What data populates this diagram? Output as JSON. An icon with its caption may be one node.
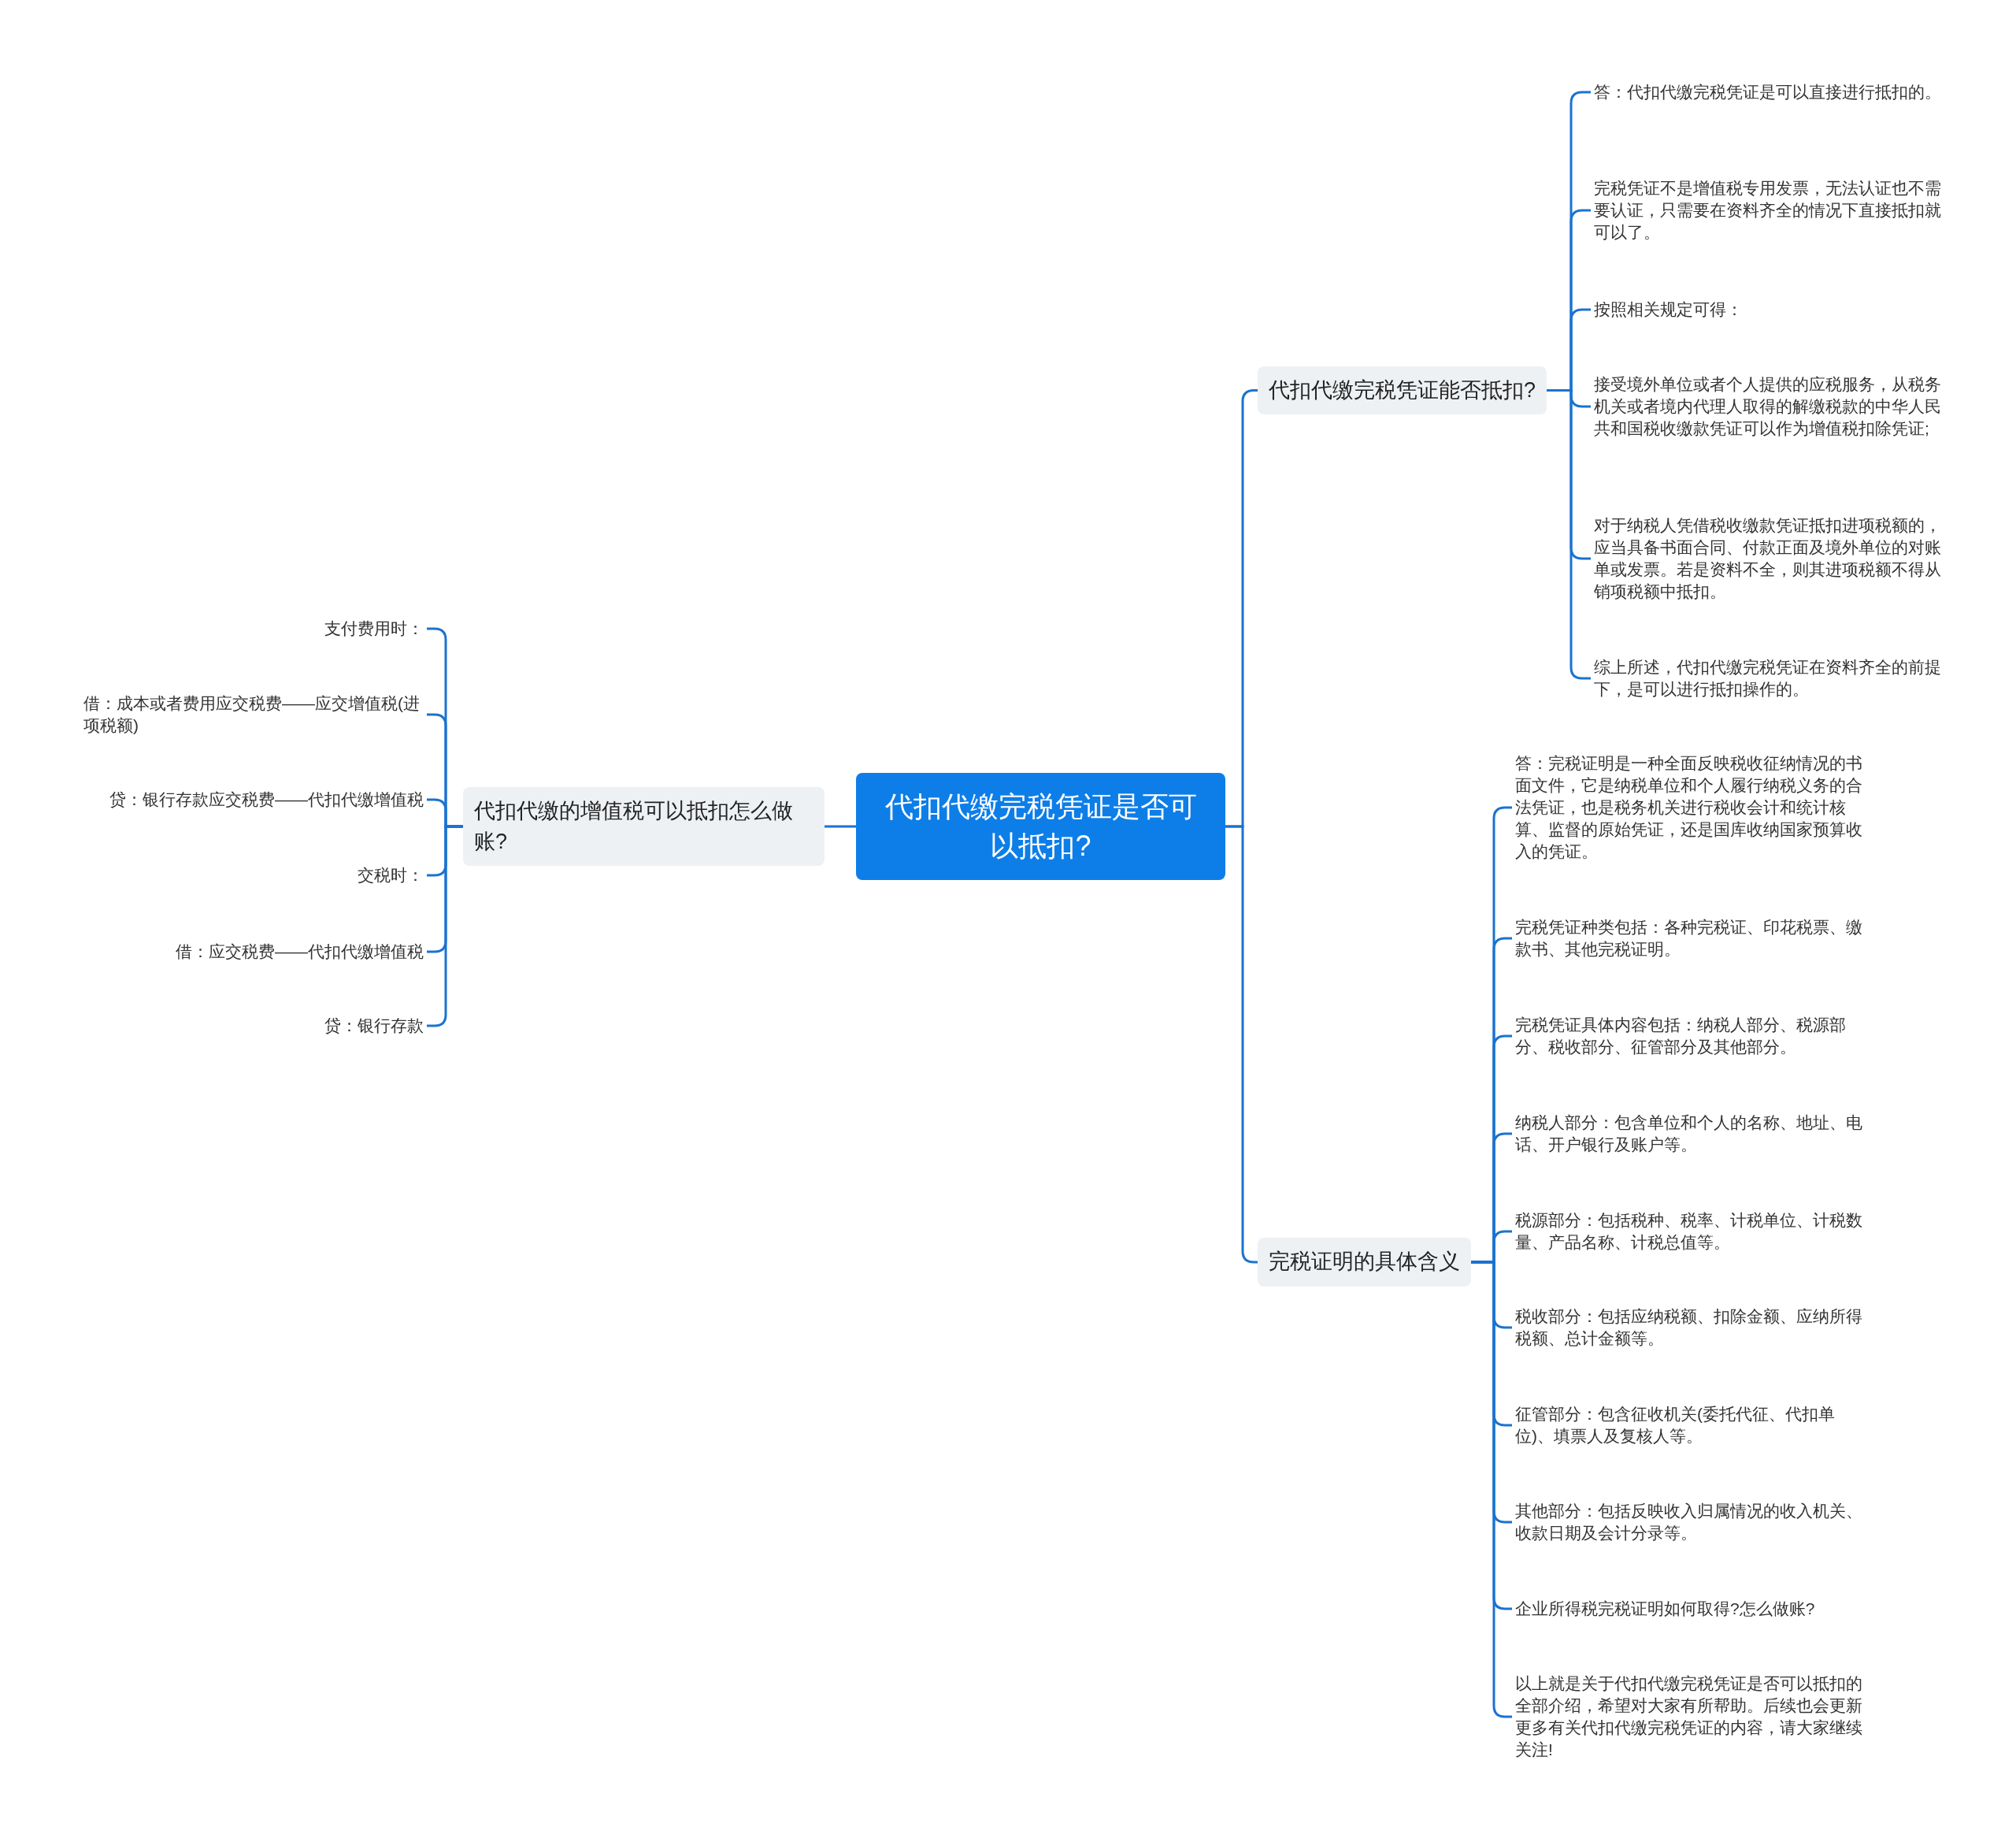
{
  "diagram": {
    "nodes": [
      {
        "text": [
          "代扣代缴完税凭证是否可以抵扣?"
        ]
      },
      {
        "text": [
          "代扣代缴完税凭证能否抵扣?"
        ]
      },
      {
        "text": [
          "答：代扣代缴完税凭证是可以直接进行抵扣的。"
        ]
      },
      {
        "text": [
          "完税凭证不是增值税专用发票，无法认证也不需要认证，只需要在资料齐全的情况下直接抵扣就可以了。"
        ]
      },
      {
        "text": [
          "按照相关规定可得："
        ]
      },
      {
        "text": [
          "接受境外单位或者个人提供的应税服务，从税务机关或者境内代理人取得的解缴税款的中华人民共和国税收缴款凭证可以作为增值税扣除凭证;"
        ]
      },
      {
        "text": [
          "对于纳税人凭借税收缴款凭证抵扣进项税额的，应当具备书面合同、付款正面及境外单位的对账单或发票。若是资料不全，则其进项税额不得从销项税额中抵扣。"
        ]
      },
      {
        "text": [
          "综上所述，代扣代缴完税凭证在资料齐全的前提下，是可以进行抵扣操作的。"
        ]
      },
      {
        "text": [
          "完税证明的具体含义"
        ]
      },
      {
        "text": [
          "答：完税证明是一种全面反映税收征纳情况的书面文件，它是纳税单位和个人履行纳税义务的合法凭证，也是税务机关进行税收会计和统计核算、监督的原始凭证，还是国库收纳国家预算收入的凭证。"
        ]
      },
      {
        "text": [
          "完税凭证种类包括：各种完税证、印花税票、缴款书、其他完税证明。"
        ]
      },
      {
        "text": [
          "完税凭证具体内容包括：纳税人部分、税源部分、税收部分、征管部分及其他部分。"
        ]
      },
      {
        "text": [
          "纳税人部分：包含单位和个人的名称、地址、电话、开户银行及账户等。"
        ]
      },
      {
        "text": [
          "税源部分：包括税种、税率、计税单位、计税数量、产品名称、计税总值等。"
        ]
      },
      {
        "text": [
          "税收部分：包括应纳税额、扣除金额、应纳所得税额、总计金额等。"
        ]
      },
      {
        "text": [
          "征管部分：包含征收机关(委托代征、代扣单位)、填票人及复核人等。"
        ]
      },
      {
        "text": [
          "其他部分：包括反映收入归属情况的收入机关、收款日期及会计分录等。"
        ]
      },
      {
        "text": [
          "企业所得税完税证明如何取得?怎么做账?"
        ]
      },
      {
        "text": [
          "以上就是关于代扣代缴完税凭证是否可以抵扣的全部介绍，希望对大家有所帮助。后续也会更新更多有关代扣代缴完税凭证的内容，请大家继续关注!"
        ]
      },
      {
        "text": [
          "代扣代缴的增值税可以抵扣怎么做账?"
        ]
      },
      {
        "text": [
          "支付费用时："
        ]
      },
      {
        "text": [
          "借：成本或者费用应交税费——应交增值税(进项税额)"
        ]
      },
      {
        "text": [
          "贷：银行存款应交税费——代扣代缴增值税"
        ]
      },
      {
        "text": [
          "交税时："
        ]
      },
      {
        "text": [
          "借：应交税费——代扣代缴增值税"
        ]
      },
      {
        "text": [
          "贷：银行存款"
        ]
      }
    ],
    "edges": [
      {
        "from": 0,
        "to": 1,
        "arrow": "none"
      },
      {
        "from": 1,
        "to": 2,
        "arrow": "none"
      },
      {
        "from": 1,
        "to": 3,
        "arrow": "none"
      },
      {
        "from": 1,
        "to": 4,
        "arrow": "none"
      },
      {
        "from": 1,
        "to": 5,
        "arrow": "none"
      },
      {
        "from": 1,
        "to": 6,
        "arrow": "none"
      },
      {
        "from": 1,
        "to": 7,
        "arrow": "none"
      },
      {
        "from": 0,
        "to": 8,
        "arrow": "none"
      },
      {
        "from": 8,
        "to": 9,
        "arrow": "none"
      },
      {
        "from": 8,
        "to": 10,
        "arrow": "none"
      },
      {
        "from": 8,
        "to": 11,
        "arrow": "none"
      },
      {
        "from": 8,
        "to": 12,
        "arrow": "none"
      },
      {
        "from": 8,
        "to": 13,
        "arrow": "none"
      },
      {
        "from": 8,
        "to": 14,
        "arrow": "none"
      },
      {
        "from": 8,
        "to": 15,
        "arrow": "none"
      },
      {
        "from": 8,
        "to": 16,
        "arrow": "none"
      },
      {
        "from": 8,
        "to": 17,
        "arrow": "none"
      },
      {
        "from": 8,
        "to": 18,
        "arrow": "none"
      },
      {
        "from": 0,
        "to": 19,
        "arrow": "none"
      },
      {
        "from": 19,
        "to": 20,
        "arrow": "none"
      },
      {
        "from": 19,
        "to": 21,
        "arrow": "none"
      },
      {
        "from": 19,
        "to": 22,
        "arrow": "none"
      },
      {
        "from": 19,
        "to": 23,
        "arrow": "none"
      },
      {
        "from": 19,
        "to": 24,
        "arrow": "none"
      },
      {
        "from": 19,
        "to": 25,
        "arrow": "none"
      }
    ]
  }
}
